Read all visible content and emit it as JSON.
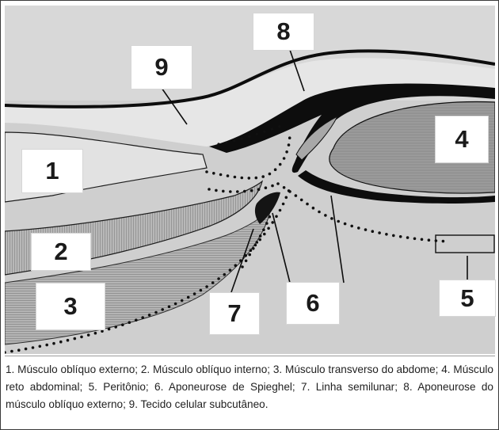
{
  "figure": {
    "labels": [
      {
        "id": "1",
        "text": "1",
        "structure": "Músculo oblíquo externo"
      },
      {
        "id": "2",
        "text": "2",
        "structure": "Músculo oblíquo interno"
      },
      {
        "id": "3",
        "text": "3",
        "structure": "Músculo transverso do abdome"
      },
      {
        "id": "4",
        "text": "4",
        "structure": "Músculo reto abdominal"
      },
      {
        "id": "5",
        "text": "5",
        "structure": "Peritônio"
      },
      {
        "id": "6",
        "text": "6",
        "structure": "Aponeurose de Spieghel"
      },
      {
        "id": "7",
        "text": "7",
        "structure": "Linha semilunar"
      },
      {
        "id": "8",
        "text": "8",
        "structure": "Aponeurose do músculo oblíquo externo"
      },
      {
        "id": "9",
        "text": "9",
        "structure": "Tecido celular subcutâneo"
      }
    ],
    "caption": "1. Músculo oblíquo externo; 2. Músculo oblíquo interno; 3. Músculo transverso do abdome; 4. Músculo reto abdominal; 5. Peritônio; 6. Aponeurose de Spieghel; 7. Linha semilunar; 8. Aponeurose do músculo oblíquo externo; 9. Tecido celular subcutâneo.",
    "colors": {
      "background": "#cfcfcf",
      "fascia": "#0d0d0d",
      "muscle_light": "#e0e0e0",
      "muscle_striated": "#a8a8a8",
      "rectus": "#9a9a9a"
    }
  }
}
